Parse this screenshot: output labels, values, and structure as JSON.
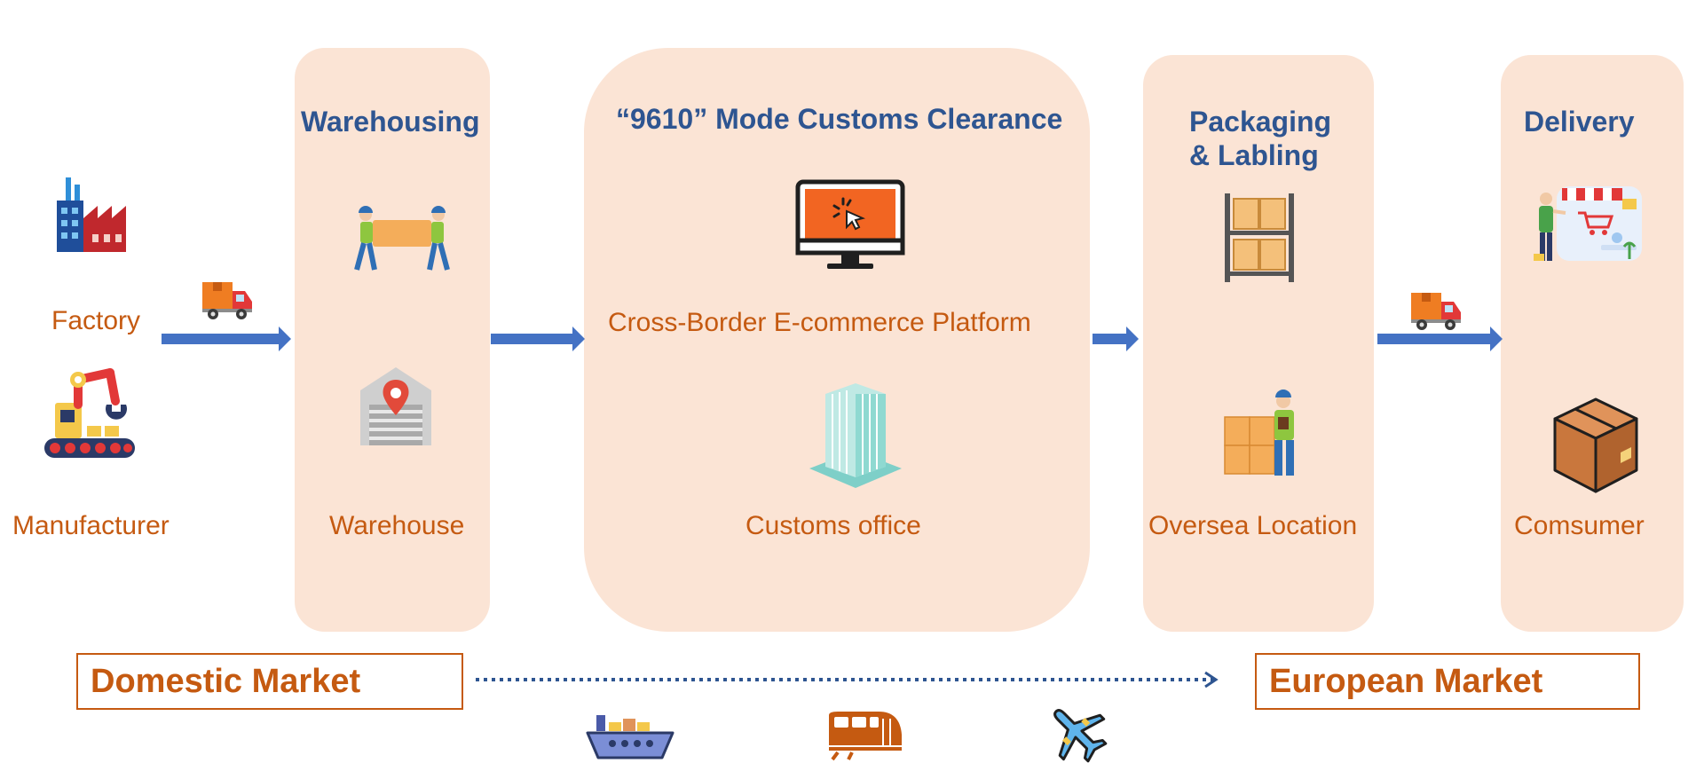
{
  "stages": {
    "warehousing": "Warehousing",
    "customs": "“9610” Mode Customs Clearance",
    "packaging": "Packaging\n& Labling",
    "delivery": "Delivery"
  },
  "nodes": {
    "factory": "Factory",
    "manufacturer": "Manufacturer",
    "warehouse": "Warehouse",
    "platform": "Cross-Border E-commerce Platform",
    "customs_office": "Customs office",
    "oversea_location": "Oversea Location",
    "consumer": "Comsumer"
  },
  "markets": {
    "domestic": "Domestic Market",
    "european": "European Market"
  },
  "icons": [
    "factory-icon",
    "robot-arm-icon",
    "truck-icon",
    "workers-carrying-box-icon",
    "warehouse-location-icon",
    "computer-monitor-icon",
    "office-building-icon",
    "shelves-icon",
    "delivery-person-with-boxes-icon",
    "online-shop-icon",
    "parcel-box-icon",
    "cargo-ship-icon",
    "train-icon",
    "airplane-icon"
  ],
  "colors": {
    "panel": "#fbe4d5",
    "title_blue": "#2e5591",
    "label_orange": "#c55a11",
    "arrow_blue": "#4472c4"
  }
}
